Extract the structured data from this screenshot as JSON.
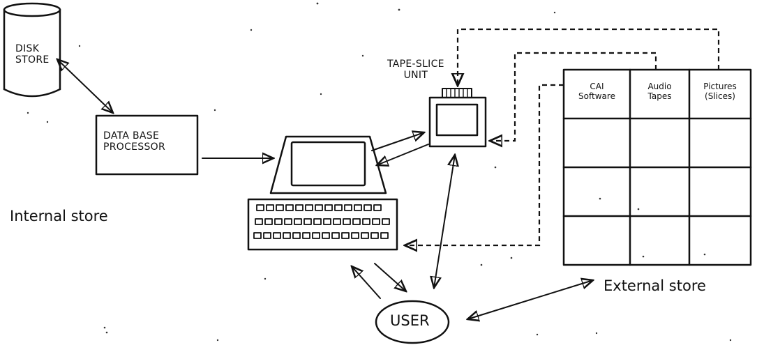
{
  "labels": {
    "disk_store": "DISK\nSTORE",
    "data_base_processor": "DATA BASE\nPROCESSOR",
    "tape_slide_unit": "TAPE-SLICE\nUNIT",
    "internal_store": "Internal store",
    "external_store": "External store",
    "user": "USER"
  },
  "external_store_table": {
    "headers": [
      "CAI\nSoftware",
      "Audio\nTapes",
      "Pictures\n(Slices)"
    ],
    "empty_rows": 3
  },
  "colors": {
    "ink": "#111111",
    "background": "#ffffff"
  }
}
